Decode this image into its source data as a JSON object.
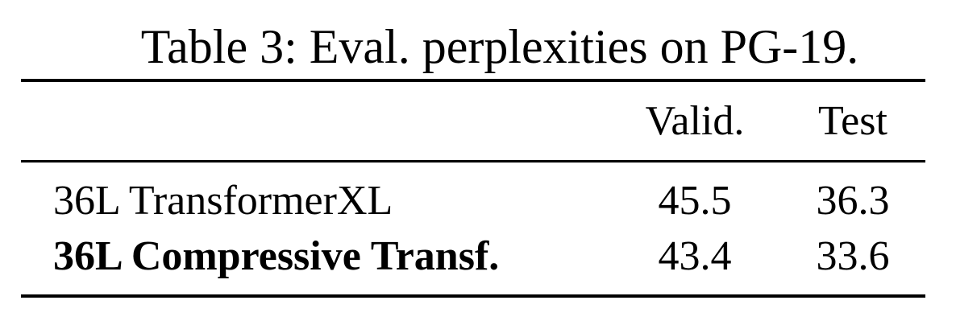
{
  "table": {
    "caption": "Table 3: Eval. perplexities on PG-19.",
    "columns": [
      "",
      "Valid.",
      "Test"
    ],
    "rows": [
      {
        "model": "36L TransformerXL",
        "valid": "45.5",
        "test": "36.3",
        "bold": false
      },
      {
        "model": "36L Compressive Transf.",
        "valid": "43.4",
        "test": "33.6",
        "bold": true
      }
    ]
  }
}
